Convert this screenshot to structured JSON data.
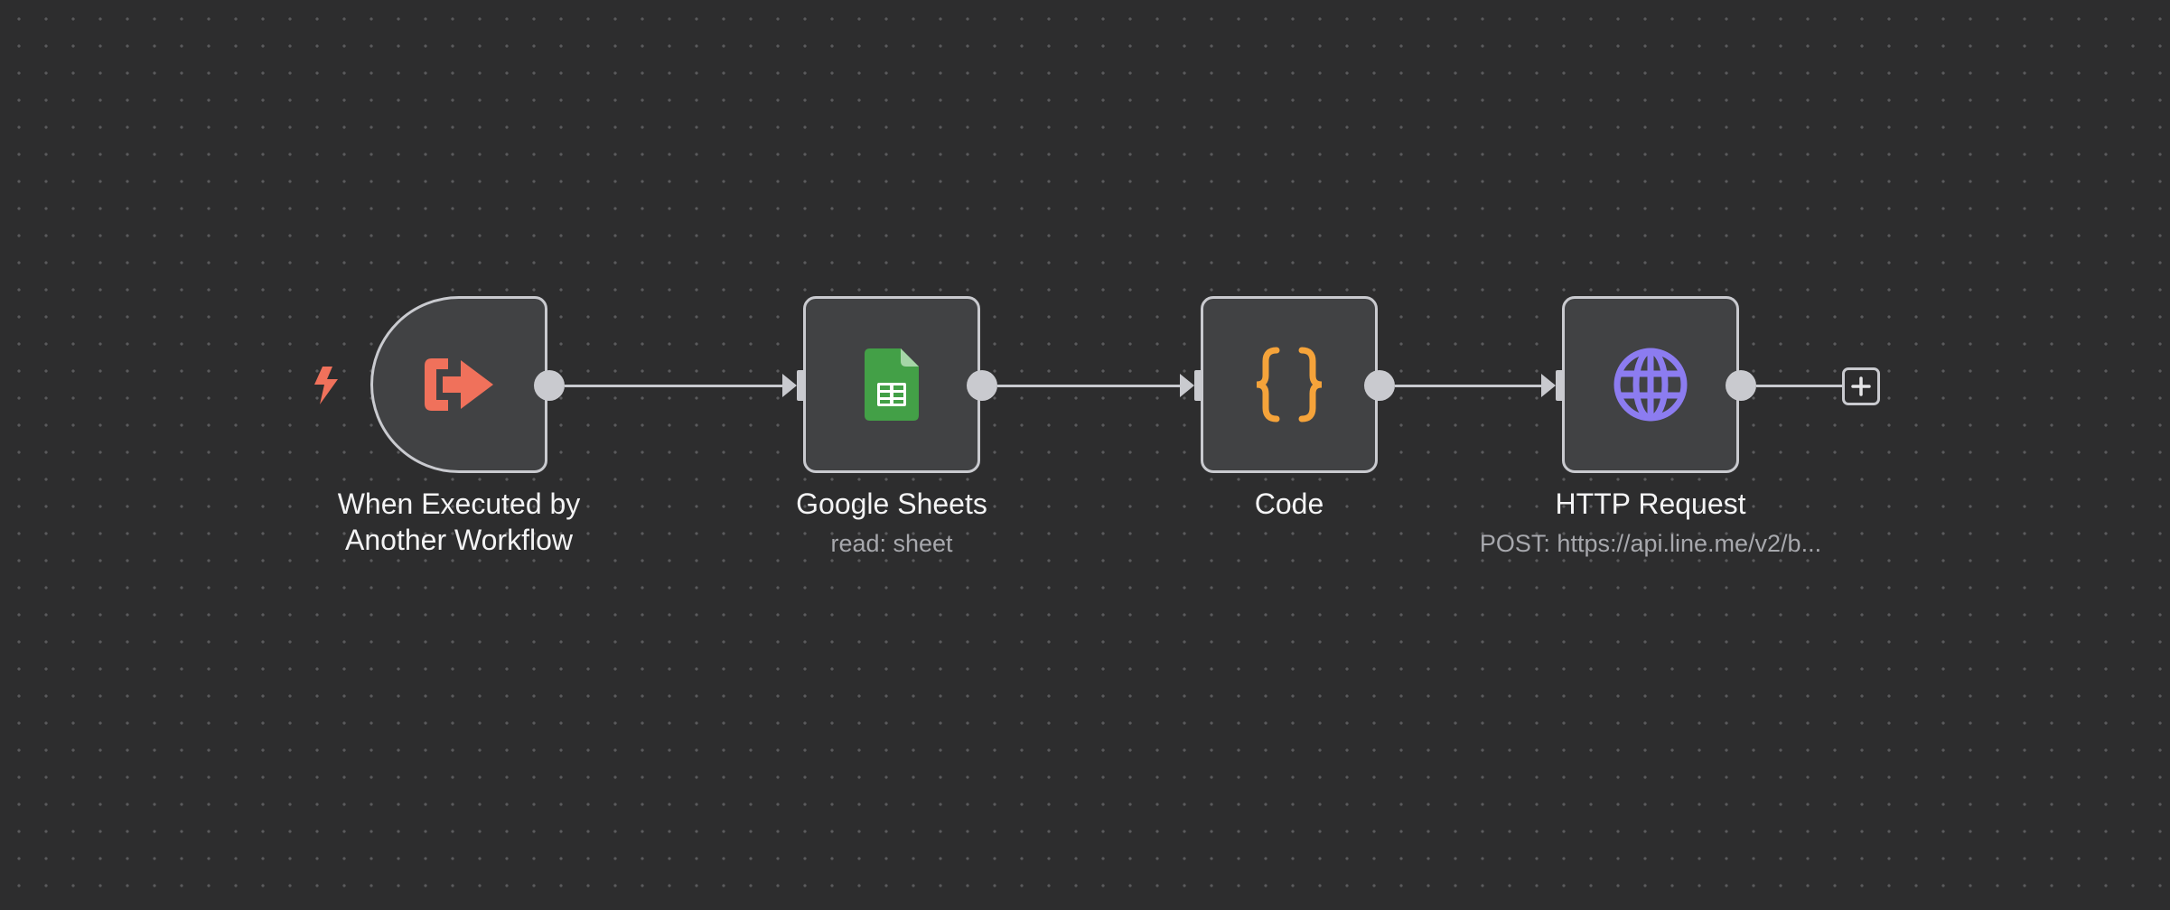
{
  "workflow": {
    "nodes": [
      {
        "id": "trigger",
        "title_line1": "When Executed by",
        "title_line2": "Another Workflow",
        "subtitle": "",
        "icon": "sign-out-icon",
        "icon_color": "#f0715b"
      },
      {
        "id": "sheets",
        "title_line1": "Google Sheets",
        "subtitle": "read: sheet",
        "icon": "google-sheets-icon",
        "icon_color": "#43a047"
      },
      {
        "id": "code",
        "title_line1": "Code",
        "subtitle": "",
        "icon": "curly-braces-icon",
        "icon_color": "#f5a33a"
      },
      {
        "id": "http",
        "title_line1": "HTTP Request",
        "subtitle": "POST: https://api.line.me/v2/b...",
        "icon": "globe-icon",
        "icon_color": "#8c7cf0"
      }
    ],
    "trigger_marker": {
      "icon": "lightning-bolt-icon",
      "color": "#f0715b"
    },
    "add_button": {
      "icon": "plus-icon"
    }
  },
  "theme": {
    "canvas_bg": "#2d2d2e",
    "node_bg": "#414244",
    "node_border": "#c9cacf",
    "text": "#f3f3f4",
    "subtext": "#a7a8ad"
  }
}
